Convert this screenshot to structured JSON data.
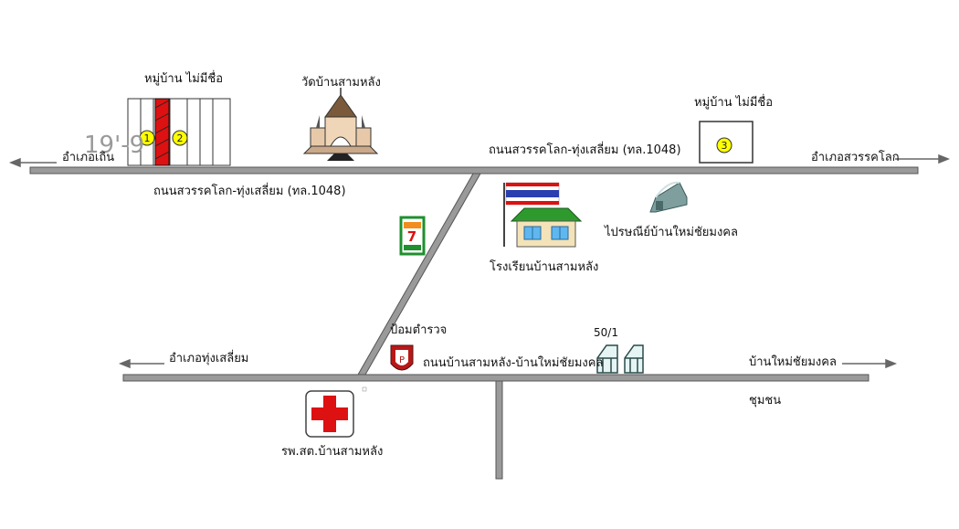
{
  "colors": {
    "road": "#9a9a9a",
    "road_edge": "#555555",
    "marker_yellow": "#ffff00",
    "red": "#dd1111",
    "flag_blue": "#2a3fb0",
    "school_roof": "#2e9a2e",
    "store_green": "#1f8f2f",
    "warehouse": "#6f8f8f"
  },
  "icons": {
    "temple": "temple-icon",
    "flag": "thai-flag-icon",
    "school": "school-building-icon",
    "post_office": "post-office-warehouse-icon",
    "seven_eleven": "seven-eleven-icon",
    "police": "police-box-icon",
    "hospital": "hospital-cross-icon",
    "house_5_1": "house-50-1-icon"
  },
  "places": {
    "village_left": "หมู่บ้าน ไม่มีชื่อ",
    "village_right": "หมู่บ้าน ไม่มีชื่อ",
    "temple": "วัดบ้านสามหลัง",
    "school": "โรงเรียนบ้านสามหลัง",
    "post_office": "ไปรษณีย์บ้านใหม่ชัยมงคล",
    "police": "ป้อมตำรวจ",
    "hospital": "รพ.สต.บ้านสามหลัง",
    "house_number": "50/1",
    "community": "ชุมชน"
  },
  "markers": {
    "m1": "1",
    "m2": "2",
    "m3": "3"
  },
  "roads": {
    "main_road_upper": "ถนนสวรรคโลก-ทุ่งเสลี่ยม (ทล.1048)",
    "main_road_lower": "ถนนสวรรคโลก-ทุ่งเสลี่ยม (ทล.1048)",
    "secondary_road": "ถนนบ้านสามหลัง-บ้านใหม่ชัยมงคล"
  },
  "directions": {
    "left_top": "อำเภอเถิน",
    "right_top": "อำเภอสวรรคโลก",
    "left_bottom": "อำเภอทุ่งเสลี่ยม",
    "right_bottom": "บ้านใหม่ชัยมงคล"
  },
  "ghost_text": "19'-9"
}
